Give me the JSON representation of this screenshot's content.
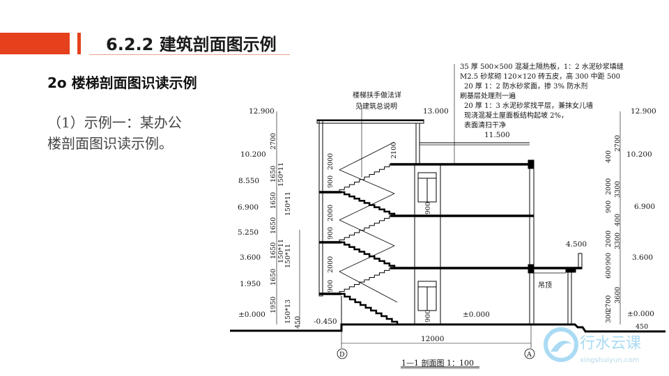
{
  "slide": {
    "title": "6.2.2  建筑剖面图示例",
    "subheading": "2o 楼梯剖面图识读示例",
    "body_line1": "（1）示例一：某办公",
    "body_line2": "楼剖面图识读示例。",
    "accent_color": "#e5411d"
  },
  "drawing": {
    "title": "1—1 剖面图  1：100",
    "span": "12000",
    "axis_left": "D",
    "axis_right": "A",
    "stair_note_1": "楼梯扶手做法详",
    "stair_note_2": "见建筑总说明",
    "roof_elev_top": "13.000",
    "roof_elev_low": "11.500",
    "canopy_elev": "4.500",
    "ground_elev_inner": "±0.000",
    "outer_ground_elev": "-0.450",
    "ceiling_label": "吊顶",
    "roof_notes": [
      "35 厚 500×500 混凝土隔热板，1：2 水泥砂浆填缝",
      "M2.5 砂浆砌 120×120 砖五皮，高 300 中距 500",
      "20 厚 1：2 防水砂浆面，掺 3% 防水剂",
      "刷基层处理剂一遍",
      "20 厚 1：3 水泥砂浆找平层，兼抹女儿墙",
      "现浇混凝土屋面板结构起坡 2%，",
      "表面清扫干净"
    ],
    "left_elevations": [
      "12.900",
      "10.200",
      "8.550",
      "6.900",
      "5.250",
      "3.600",
      "1.950",
      "±0.000"
    ],
    "left_dims": [
      "2700",
      "1650",
      "1650",
      "1650",
      "1650",
      "1650",
      "1950",
      "450",
      "150*11",
      "150*11",
      "150*11",
      "150*11",
      "150*13"
    ],
    "stair_dims": [
      "2000",
      "900",
      "2000",
      "900",
      "2000",
      "900",
      "2100",
      "900",
      "900"
    ],
    "right_elevations": [
      "12.900",
      "10.200",
      "6.900",
      "3.600",
      "±0.000"
    ],
    "right_dims": [
      "2700",
      "400",
      "2000",
      "3300",
      "900",
      "400",
      "2000",
      "3300",
      "900",
      "600",
      "2700",
      "3600",
      "300",
      "450"
    ]
  },
  "watermark": {
    "name": "行水云课",
    "url": "xingshuiyun.com",
    "color": "#8fd0f0"
  }
}
